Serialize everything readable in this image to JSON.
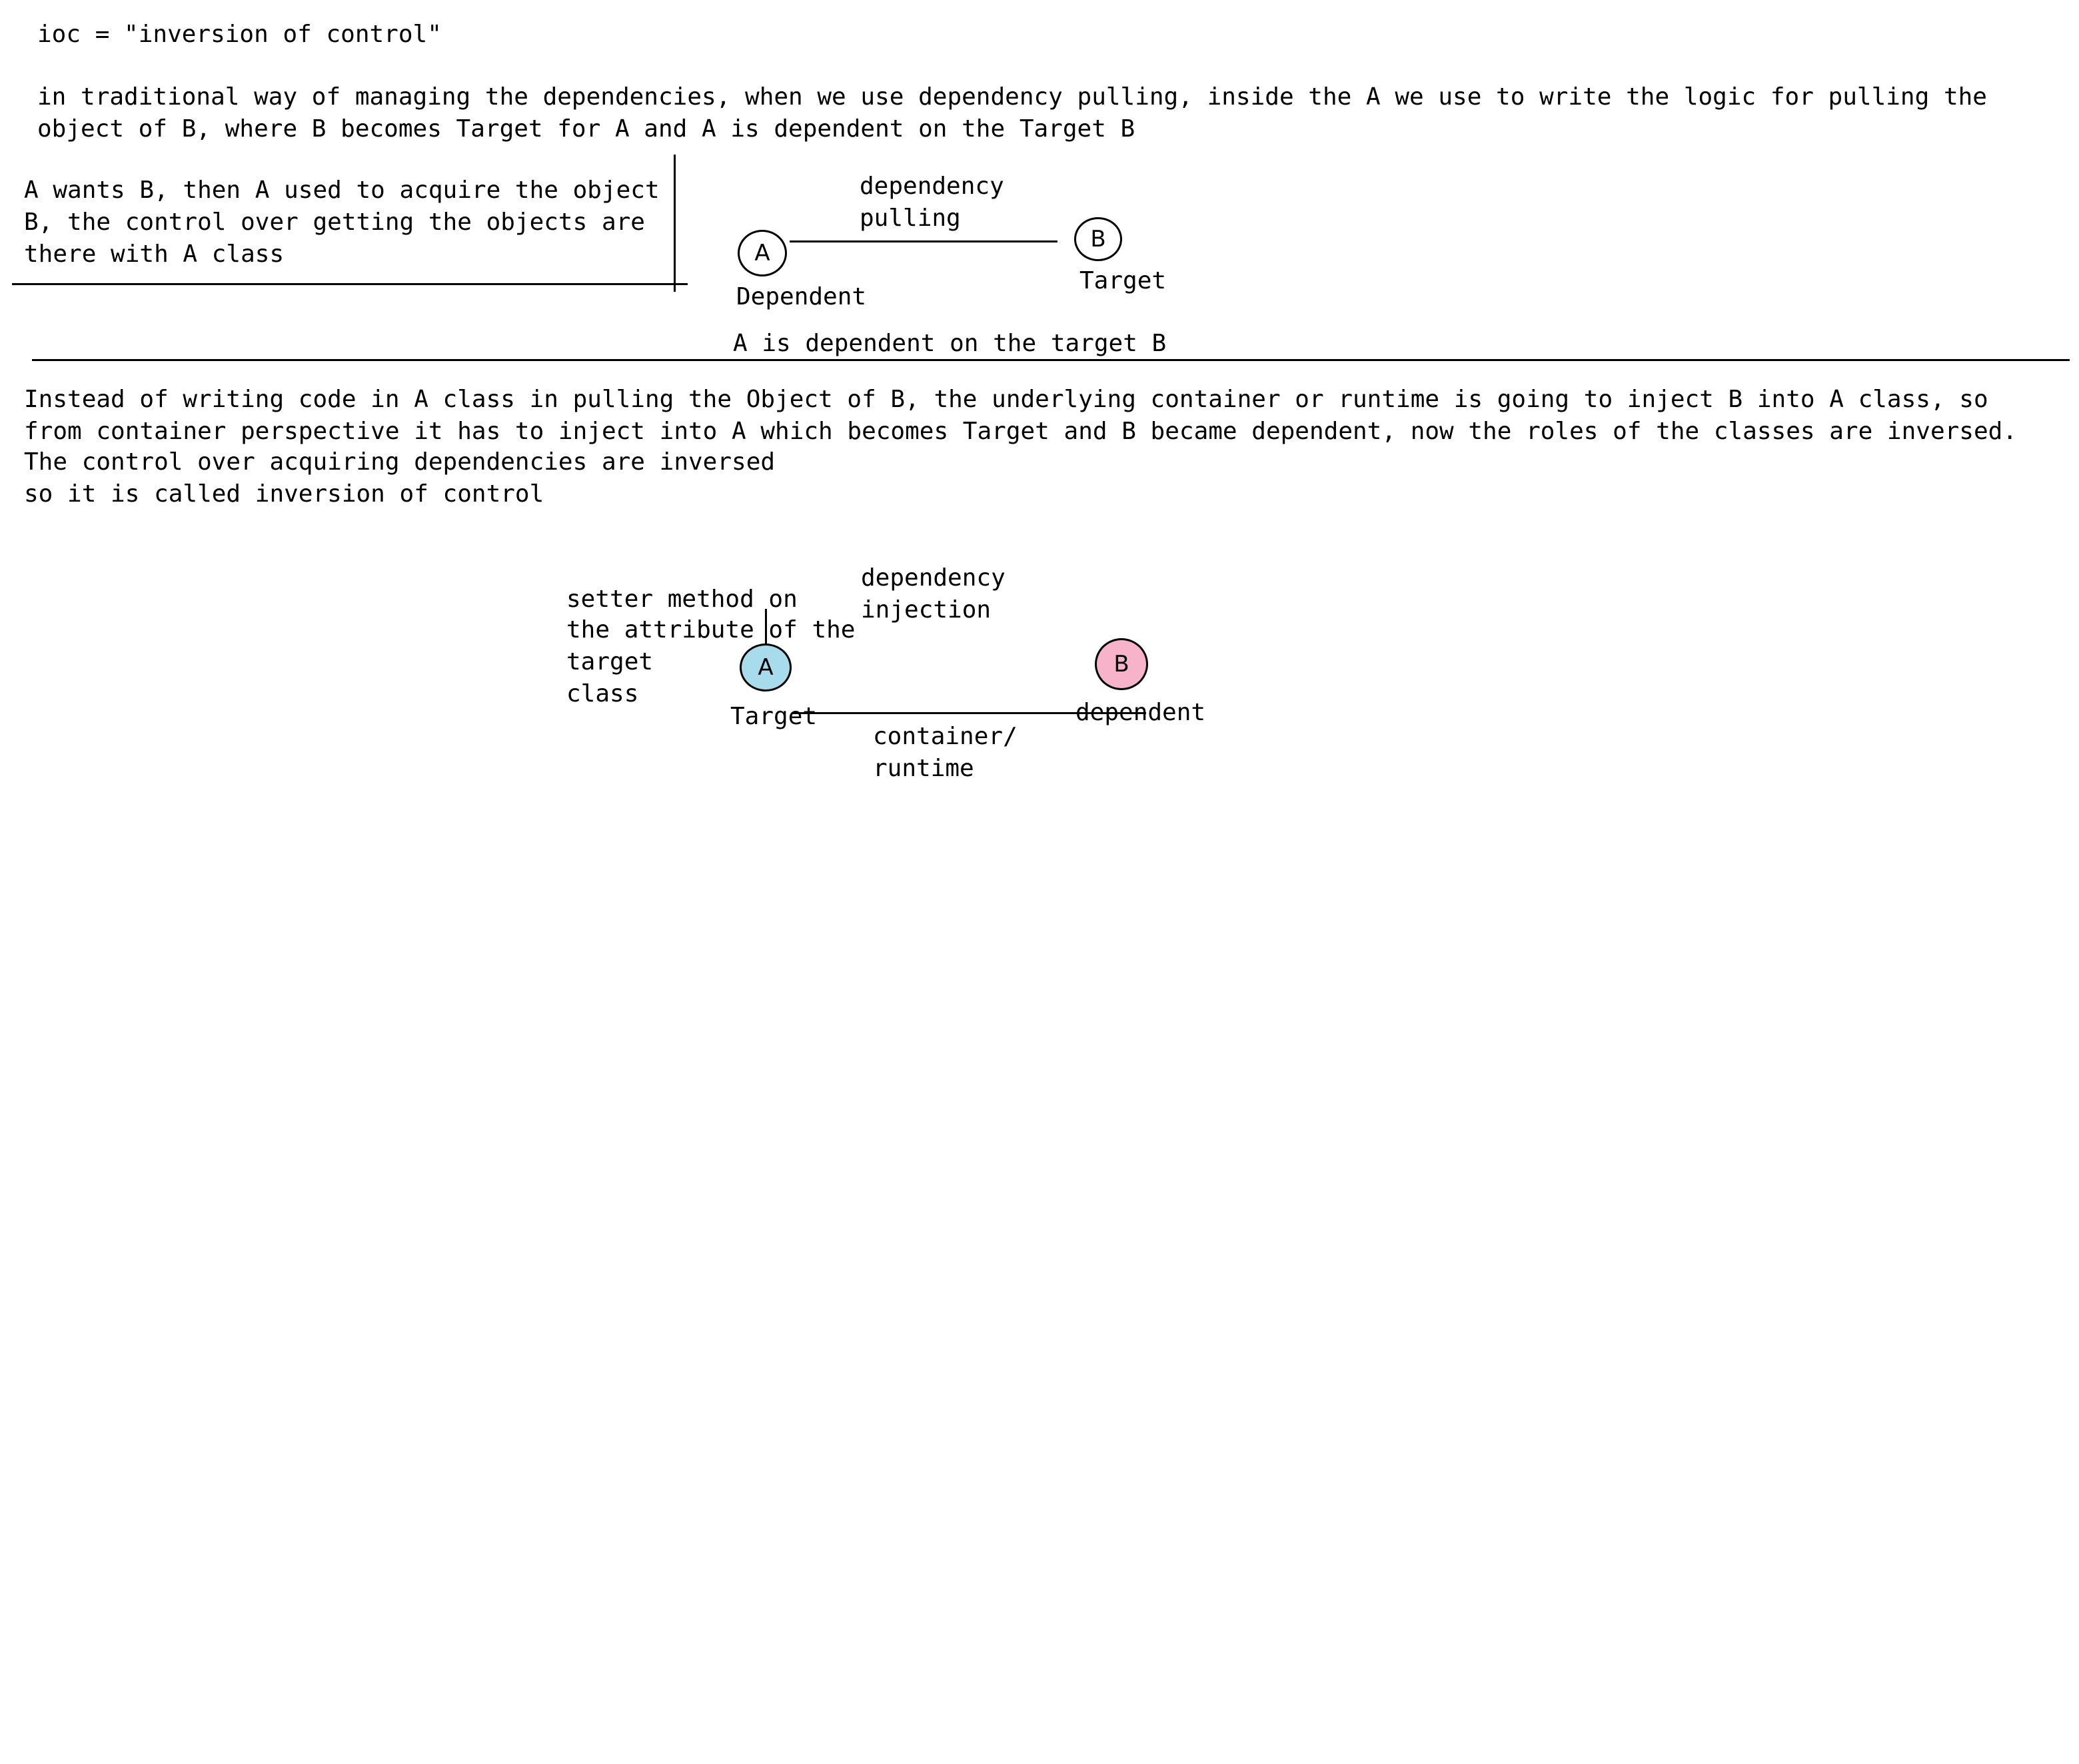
{
  "title": "ioc = \"inversion of control\"",
  "intro": {
    "line1": "in traditional way of managing the dependencies, when we use dependency pulling, inside the A we use to write the logic for pulling the",
    "line2": "object of B, where B becomes Target for A and A is dependent on the Target B"
  },
  "note_box": {
    "line1": "A wants B, then A used to acquire the object",
    "line2": "B, the control over getting the objects are",
    "line3": "there with A class"
  },
  "diagram_pull": {
    "edge_label_line1": "dependency",
    "edge_label_line2": "pulling",
    "node_a": "A",
    "node_a_role": "Dependent",
    "node_b": "B",
    "node_b_role": "Target",
    "caption": "A is dependent on the target B"
  },
  "explanation": {
    "line1": "Instead of writing code in A class in pulling the Object of B, the underlying container or runtime is going to inject B into A class, so",
    "line2": "from container perspective it has to inject into A which becomes Target and B became dependent, now the roles of the classes are inversed.",
    "line3": "The control over acquiring dependencies are inversed",
    "line4": "so it is called inversion of control"
  },
  "diagram_inject": {
    "side_note_line1": "setter method on",
    "side_note_line2": "the attribute of the",
    "side_note_line3": "target",
    "side_note_line4": "class",
    "edge_label_line1": "dependency",
    "edge_label_line2": "injection",
    "node_a": "A",
    "node_a_role": "Target",
    "node_a_color": "#a8dcec",
    "node_b": "B",
    "node_b_role": "dependent",
    "node_b_color": "#f6b3c9",
    "under_label_line1": "container/",
    "under_label_line2": "runtime"
  }
}
